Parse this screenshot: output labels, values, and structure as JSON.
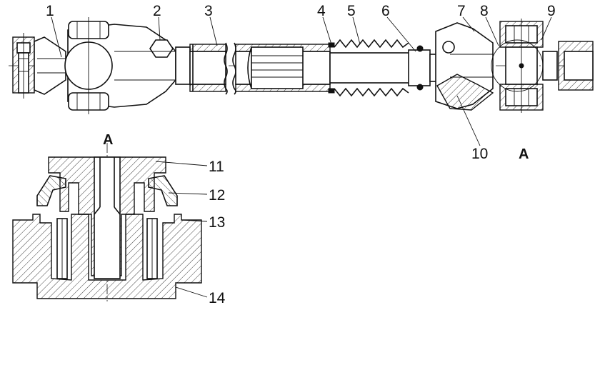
{
  "view_marker": "A",
  "callouts": [
    "1",
    "2",
    "3",
    "4",
    "5",
    "6",
    "7",
    "8",
    "9",
    "10",
    "11",
    "12",
    "13",
    "14"
  ]
}
